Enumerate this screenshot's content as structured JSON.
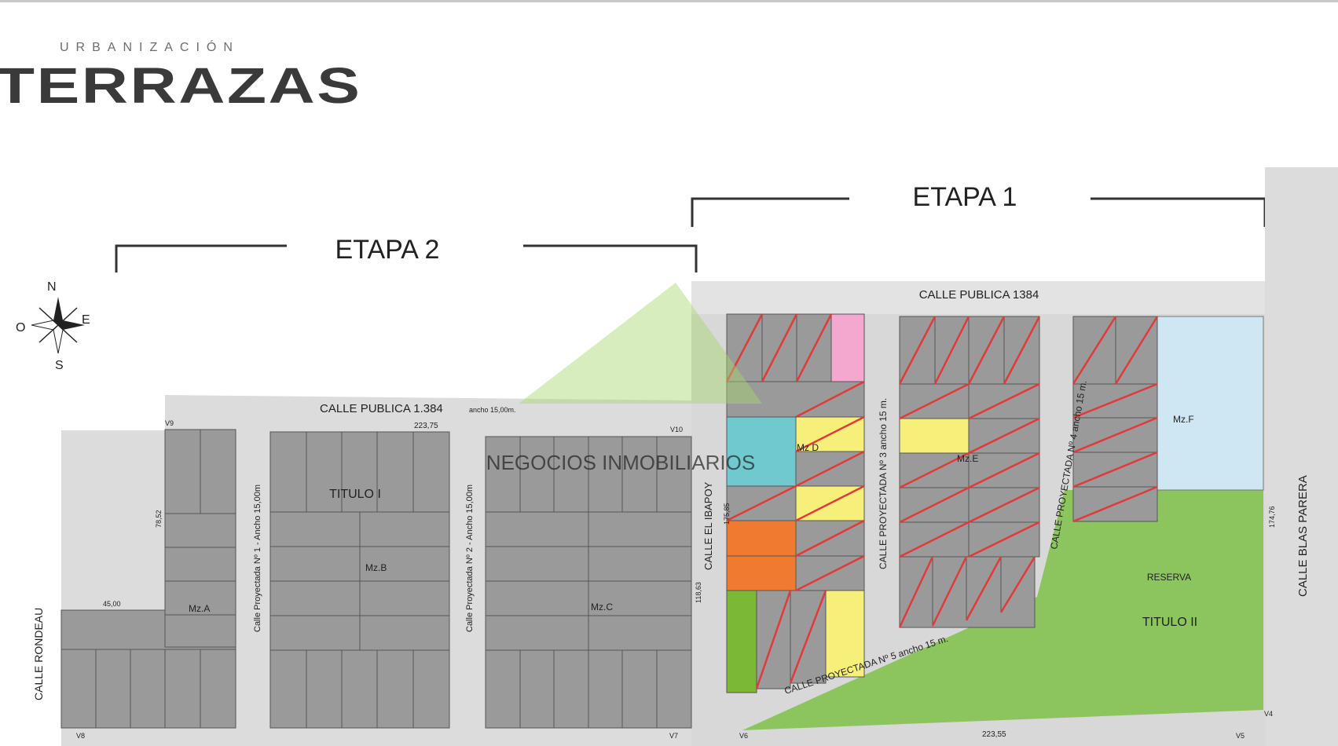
{
  "brand": {
    "subtitle": "URBANIZACIÓN",
    "name": "TERRAZAS"
  },
  "stages": {
    "stage1": "ETAPA 1",
    "stage2": "ETAPA 2"
  },
  "compass": {
    "n": "N",
    "s": "S",
    "e": "E",
    "o": "O"
  },
  "streets": {
    "publica_1384_top": "CALLE PUBLICA 1384",
    "publica_1384_left": "CALLE PUBLICA 1.384",
    "ancho_15": "ancho 15,00m.",
    "rondeau": "CALLE RONDEAU",
    "proyectada_1": "Calle Proyectada Nº 1 - Ancho 15,00m",
    "proyectada_2": "Calle Proyectada Nº 2 - Ancho 15,00m",
    "ibapoy": "CALLE EL IBAPOY",
    "proyectada_3": "CALLE PROYECTADA Nº 3  ancho 15 m.",
    "proyectada_4": "CALLE PROYECTADA Nº 4  ancho 15 m.",
    "proyectada_5": "CALLE PROYECTADA Nº 5  ancho 15 m.",
    "blas_parera": "CALLE BLAS PARERA"
  },
  "blocks": {
    "mz_a": "Mz.A",
    "mz_b": "Mz.B",
    "mz_c": "Mz.C",
    "mz_d": "Mz D",
    "mz_e": "Mz.E",
    "mz_f": "Mz.F",
    "titulo_1": "TITULO  I",
    "titulo_2": "TITULO  II",
    "reserva": "RESERVA"
  },
  "vertices": {
    "v4": "V4",
    "v5": "V5",
    "v6": "V6",
    "v7": "V7",
    "v8": "V8",
    "v9": "V9",
    "v10": "V10"
  },
  "measures": {
    "top_left": "223,75",
    "bottom_right": "223,55",
    "w78": "78,52",
    "w45": "45,00",
    "w118": "118,63",
    "w175": "175,85",
    "w174": "174,76"
  },
  "watermark": "NEGOCIOS INMOBILIARIOS",
  "colors": {
    "lot_gray": "#9a9a9a",
    "street_gray": "#dcdcdc",
    "sold_red": "#e23a3a",
    "reserve_green": "#8cc45e",
    "mzf_blue": "#cfe7f2",
    "yellow": "#f6f07a",
    "orange": "#f07a30",
    "teal": "#6fc9cf",
    "pink": "#f4a7cf",
    "lime": "#7ab835"
  }
}
